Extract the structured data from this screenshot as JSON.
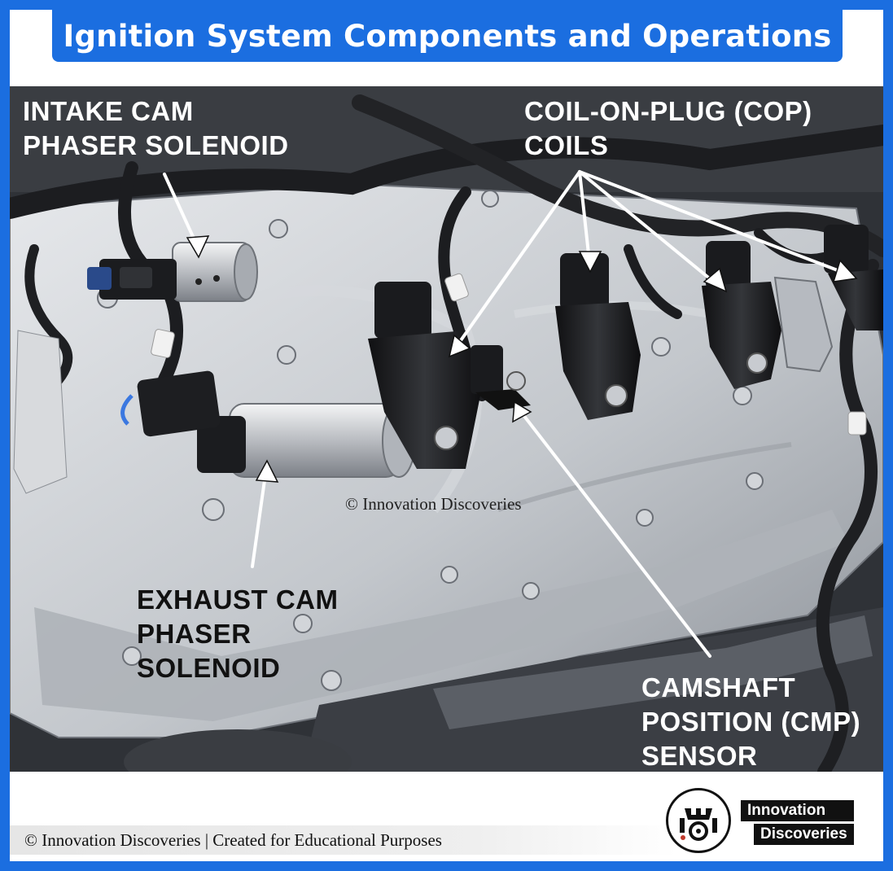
{
  "title": "Ignition System Components and Operations",
  "labels": {
    "intake": [
      "INTAKE CAM",
      "PHASER SOLENOID"
    ],
    "cop": [
      "COIL-ON-PLUG (COP)",
      "COILS"
    ],
    "exhaust": [
      "EXHAUST CAM",
      "PHASER",
      "SOLENOID"
    ],
    "cmp": [
      "CAMSHAFT",
      "POSITION (CMP)",
      "SENSOR"
    ]
  },
  "watermark": "© Innovation Discoveries",
  "footer": "© Innovation Discoveries | Created for Educational Purposes",
  "brand": [
    "Innovation",
    "Discoveries"
  ],
  "colors": {
    "accent": "#1b6ee0",
    "engine_silver": "#c9ccd1",
    "shadow": "#2e3136",
    "component_black": "#1a1a1c"
  },
  "icons": [
    "logo-icon"
  ]
}
